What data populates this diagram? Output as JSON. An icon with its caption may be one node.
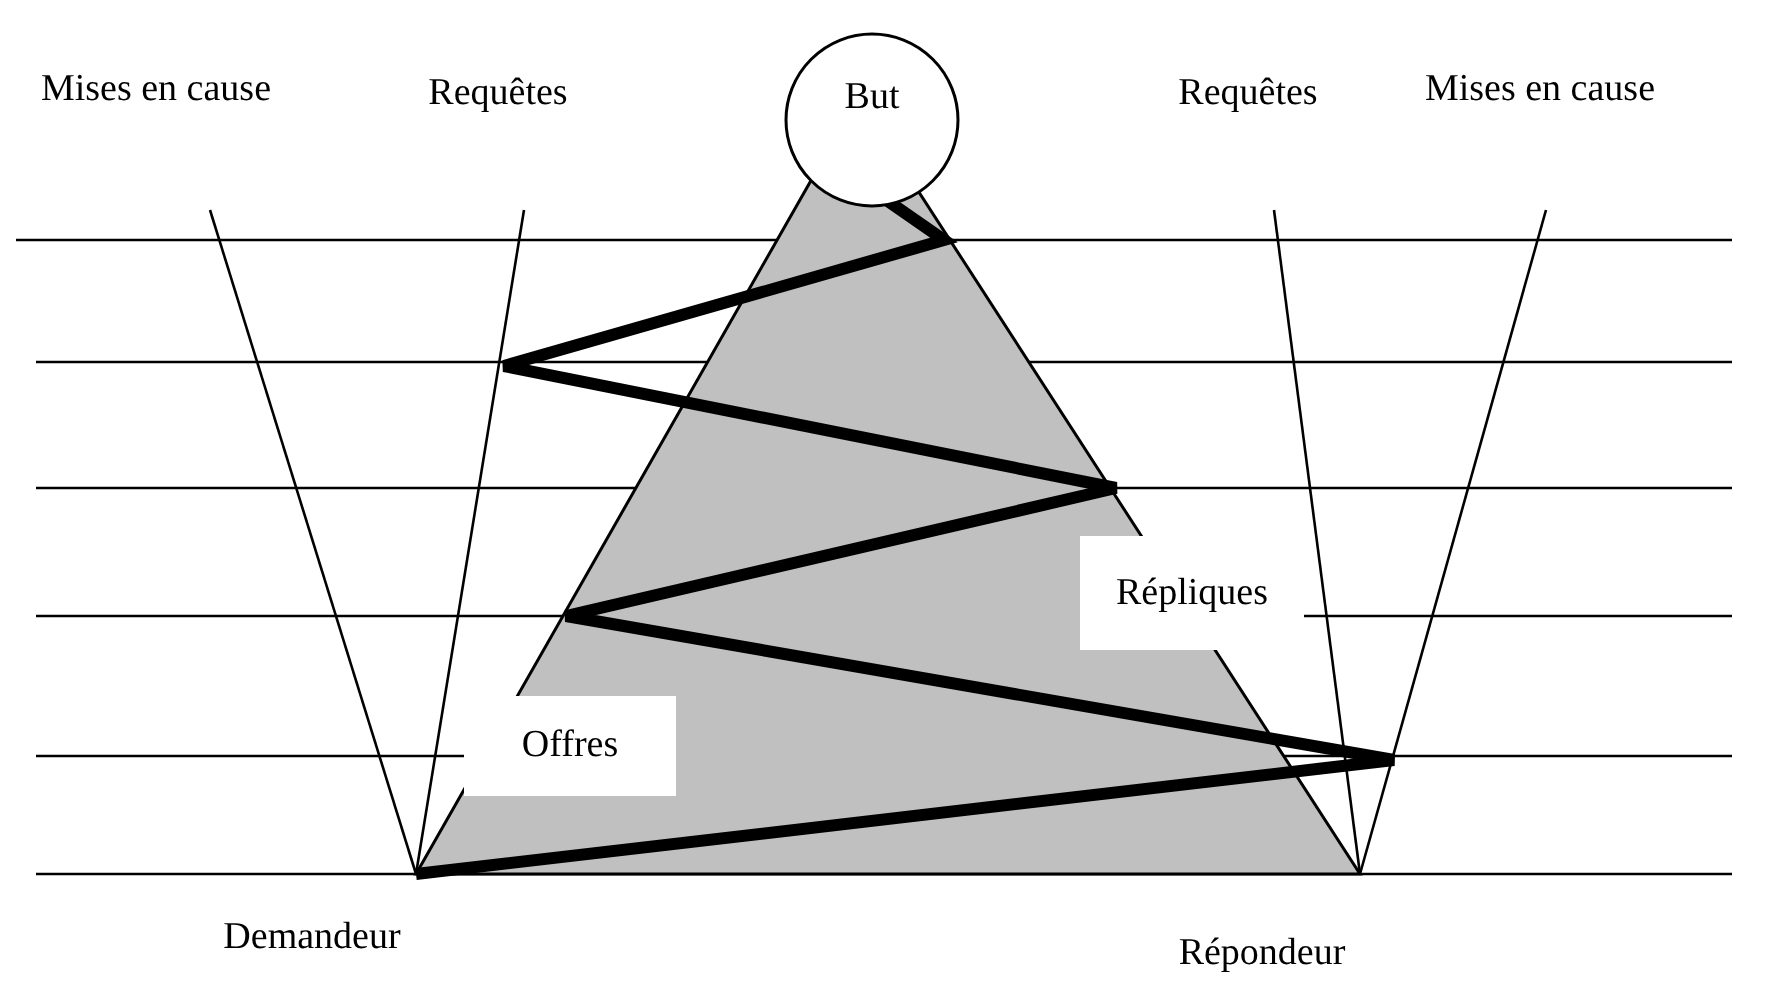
{
  "diagram": {
    "nodes": [
      {
        "text": [
          "But"
        ]
      },
      {
        "text": [
          "Mises en cause"
        ]
      },
      {
        "text": [
          "Requêtes"
        ]
      },
      {
        "text": [
          "Requêtes"
        ]
      },
      {
        "text": [
          "Mises en cause"
        ]
      },
      {
        "text": [
          "Répliques"
        ]
      },
      {
        "text": [
          "Offres"
        ]
      },
      {
        "text": [
          "Demandeur"
        ]
      },
      {
        "text": [
          "Répondeur"
        ]
      }
    ],
    "edges": [
      {
        "from": 1,
        "to": 7,
        "arrow": "none"
      },
      {
        "from": 2,
        "to": 7,
        "arrow": "none"
      },
      {
        "from": 3,
        "to": 8,
        "arrow": "none"
      },
      {
        "from": 4,
        "to": 8,
        "arrow": "none"
      }
    ]
  }
}
